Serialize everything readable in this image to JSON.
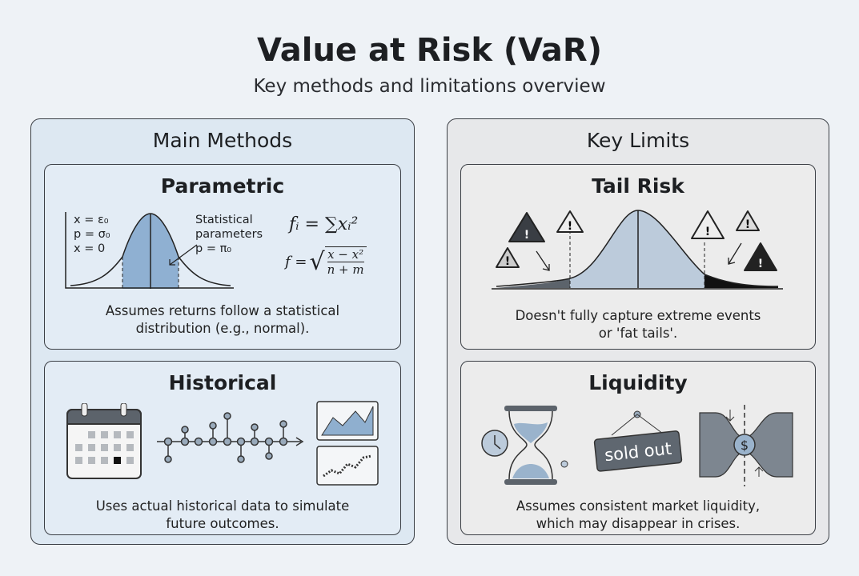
{
  "header": {
    "title": "Value at Risk (VaR)",
    "subtitle": "Key methods and limitations overview"
  },
  "left_panel": {
    "title": "Main Methods",
    "parametric": {
      "title": "Parametric",
      "vars": [
        "x = ε₀",
        "p = σ₀",
        "x = 0"
      ],
      "annotation": [
        "Statistical",
        "parameters",
        "p = π₀"
      ],
      "formula1": "fᵢ = ∑xᵢ²",
      "formula2_lhs": "f =",
      "formula2_num": "x − x²",
      "formula2_den": "n + m",
      "desc_lines": [
        "Assumes returns follow a statistical",
        "distribution (e.g., normal)."
      ]
    },
    "historical": {
      "title": "Historical",
      "desc_lines": [
        "Uses actual historical data to simulate",
        "future outcomes."
      ]
    }
  },
  "right_panel": {
    "title": "Key Limits",
    "tail_risk": {
      "title": "Tail Risk",
      "desc_lines": [
        "Doesn't fully capture extreme events",
        "or 'fat tails'."
      ]
    },
    "liquidity": {
      "title": "Liquidity",
      "sign_text": "sold out",
      "desc_lines": [
        "Assumes consistent market liquidity,",
        "which may disappear in crises."
      ]
    }
  },
  "colors": {
    "accent_blue": "#8fafcf",
    "dark": "#2c2f33",
    "sign": "#5f6770"
  }
}
